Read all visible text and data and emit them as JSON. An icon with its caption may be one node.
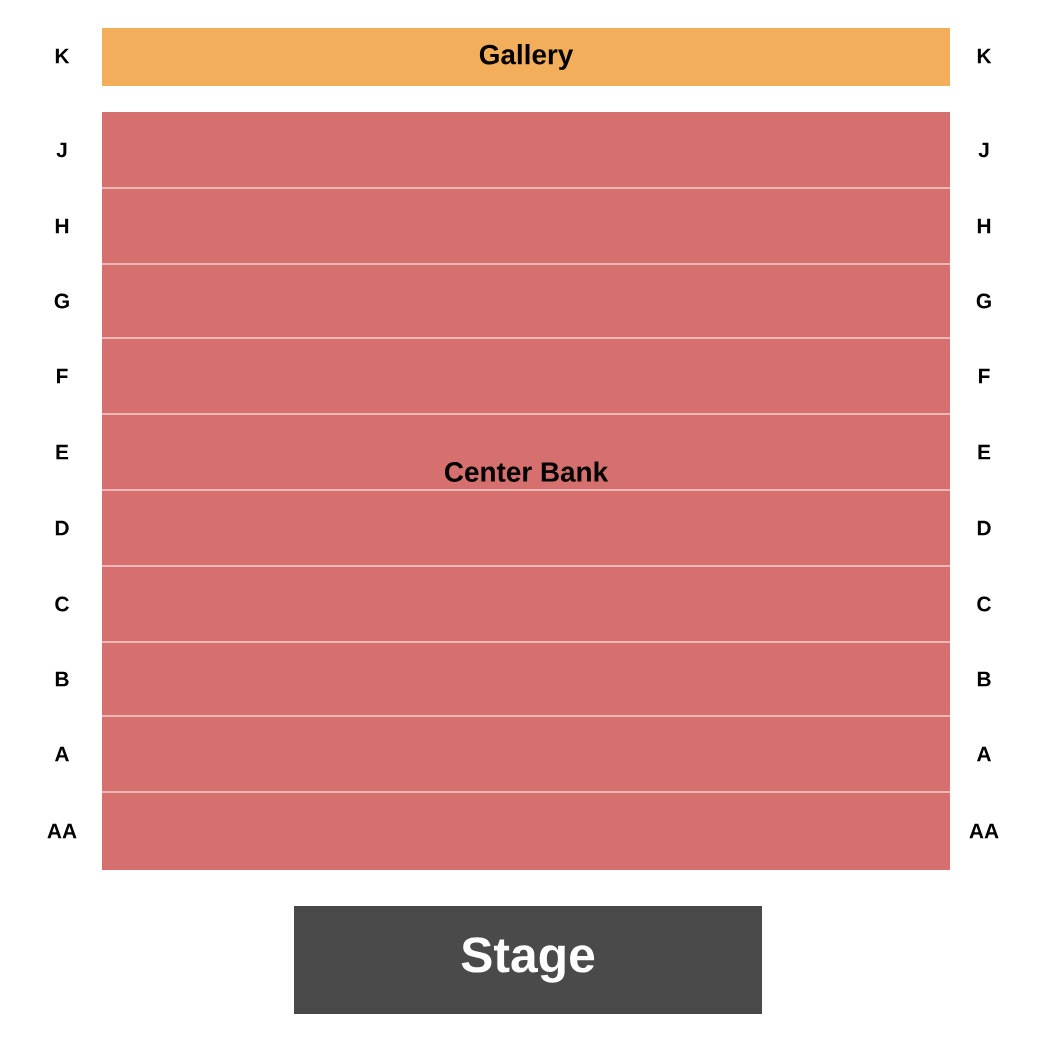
{
  "diagram": {
    "nodes": [
      {
        "text": [
          "Gallery"
        ]
      },
      {
        "text": [
          "Center Bank"
        ]
      },
      {
        "text": [
          "Stage"
        ]
      }
    ],
    "labels": [
      "K",
      "K",
      "J",
      "J",
      "H",
      "H",
      "G",
      "G",
      "F",
      "F",
      "E",
      "E",
      "D",
      "D",
      "C",
      "C",
      "B",
      "B",
      "A",
      "A",
      "AA",
      "AA"
    ]
  }
}
